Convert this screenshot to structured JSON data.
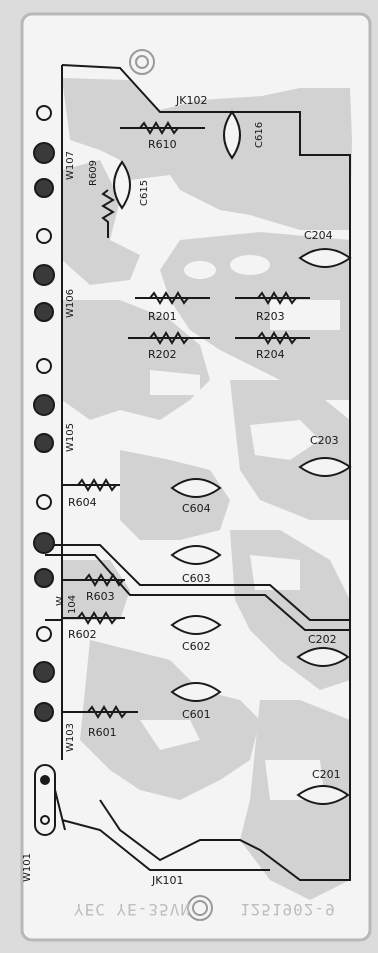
{
  "board": {
    "part_number": "1251902-9",
    "model": "YEC YE-35VN",
    "colors": {
      "background": "#dcdcdc",
      "board_fill": "#f4f4f4",
      "copper": "#d2d2d2",
      "ink": "#1a1a1a"
    }
  },
  "labels": {
    "jk102": "JK102",
    "jk101": "JK101",
    "r610": "R610",
    "r609": "R609",
    "c616": "C616",
    "c615": "C615",
    "c204": "C204",
    "c203": "C203",
    "c202": "C202",
    "c201": "C201",
    "c604": "C604",
    "c603": "C603",
    "c602": "C602",
    "c601": "C601",
    "r201": "R201",
    "r202": "R202",
    "r203": "R203",
    "r204": "R204",
    "r604": "R604",
    "r603": "R603",
    "r602": "R602",
    "r601": "R601",
    "w107": "W107",
    "w106": "W106",
    "w105": "W105",
    "w104_a": "W",
    "w104_b": "104",
    "w103": "W103",
    "w101": "W101"
  }
}
